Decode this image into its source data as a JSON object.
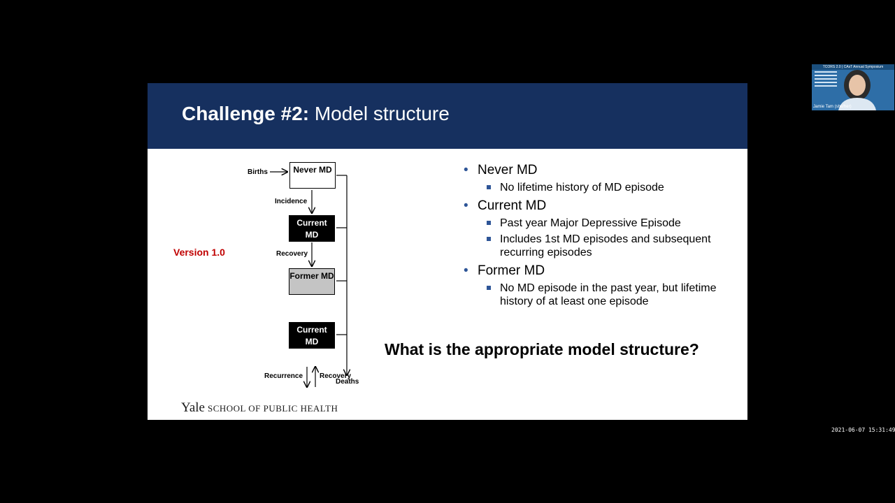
{
  "slide": {
    "title_bold": "Challenge #2:",
    "title_rest": "Model structure",
    "version_label": "Version 1.0",
    "diagram": {
      "boxes": [
        "Never MD",
        "Current MD",
        "Former MD",
        "Current MD"
      ],
      "labels": {
        "births": "Births",
        "incidence": "Incidence",
        "recovery1": "Recovery",
        "recurrence": "Recurrence",
        "recovery2": "Recovery",
        "deaths": "Deaths"
      }
    },
    "bullets": [
      {
        "heading": "Never MD",
        "subs": [
          "No lifetime history of MD episode"
        ]
      },
      {
        "heading": "Current MD",
        "subs": [
          "Past year Major Depressive Episode",
          "Includes 1st MD episodes and subsequent recurring episodes"
        ]
      },
      {
        "heading": "Former MD",
        "subs": [
          "No MD episode in the past year, but lifetime history of at least one episode"
        ]
      }
    ],
    "question": "What is the appropriate model structure?",
    "footer": {
      "yale": "Yale",
      "school": "SCHOOL OF PUBLIC HEALTH"
    }
  },
  "video_tile": {
    "banner": "TCORS 2.0 | CAsT Annual Symposium",
    "participant_name": "Jamie Tam (she/her)"
  },
  "timestamp": "2021-06-07 15:31:49"
}
